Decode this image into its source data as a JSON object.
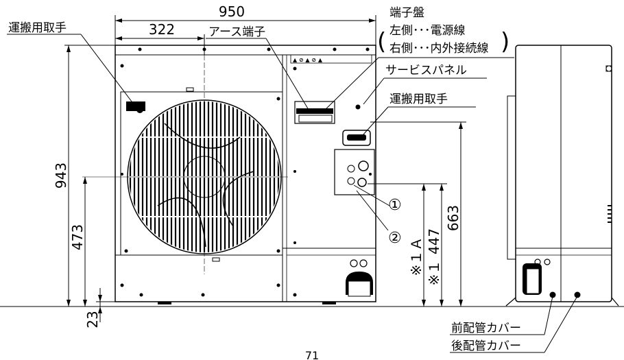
{
  "dimensions": {
    "width_950": "950",
    "width_322": "322",
    "height_943": "943",
    "height_473": "473",
    "height_23": "23",
    "height_663": "663",
    "height_447": "447",
    "note_1a": "※１Ａ",
    "note_1": "※１"
  },
  "labels": {
    "handle_left": "運搬用取手",
    "earth_terminal": "アース端子",
    "terminal_block": "端子盤",
    "terminal_left": "左側･･･電源線",
    "terminal_right": "右側･･･内外接続線",
    "service_panel": "サービスパネル",
    "handle_right": "運搬用取手",
    "marker_1": "①",
    "marker_2": "②",
    "front_pipe_cover": "前配管カバー",
    "rear_pipe_cover": "後配管カバー"
  },
  "page_number": "71"
}
